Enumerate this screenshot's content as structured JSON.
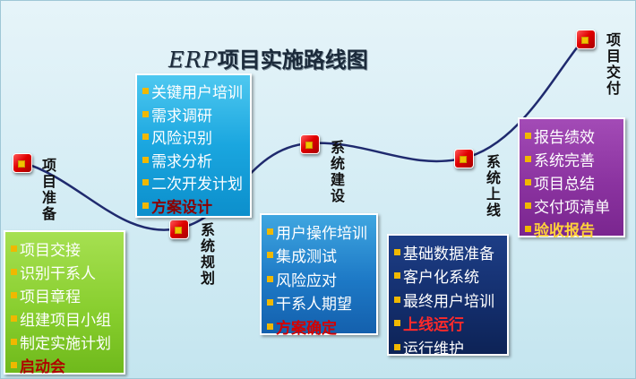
{
  "title": {
    "prefix": "ERP",
    "main": "项目实施路线图"
  },
  "stages": [
    {
      "label": "项目准备"
    },
    {
      "label": "系统规划"
    },
    {
      "label": "系统建设"
    },
    {
      "label": "系统上线"
    },
    {
      "label": "项目交付"
    }
  ],
  "boxes": {
    "prep": {
      "items": [
        "项目交接",
        "识别干系人",
        "项目章程",
        "组建项目小组",
        "制定实施计划",
        "启动会"
      ]
    },
    "plan": {
      "items": [
        "关键用户培训",
        "需求调研",
        "风险识别",
        "需求分析",
        "二次开发计划",
        "方案设计"
      ]
    },
    "build": {
      "items": [
        "用户操作培训",
        "集成测试",
        "风险应对",
        "干系人期望",
        "方案确定"
      ]
    },
    "golive": {
      "items": [
        "基础数据准备",
        "客户化系统",
        "最终用户培训",
        "上线运行",
        "运行维护"
      ]
    },
    "deliver": {
      "items": [
        "报告绩效",
        "系统完善",
        "项目总结",
        "交付项清单",
        "验收报告"
      ]
    }
  },
  "colors": {
    "curve": "#1f2a6e",
    "marker": "#e00000",
    "bullet": "#f0b800"
  }
}
